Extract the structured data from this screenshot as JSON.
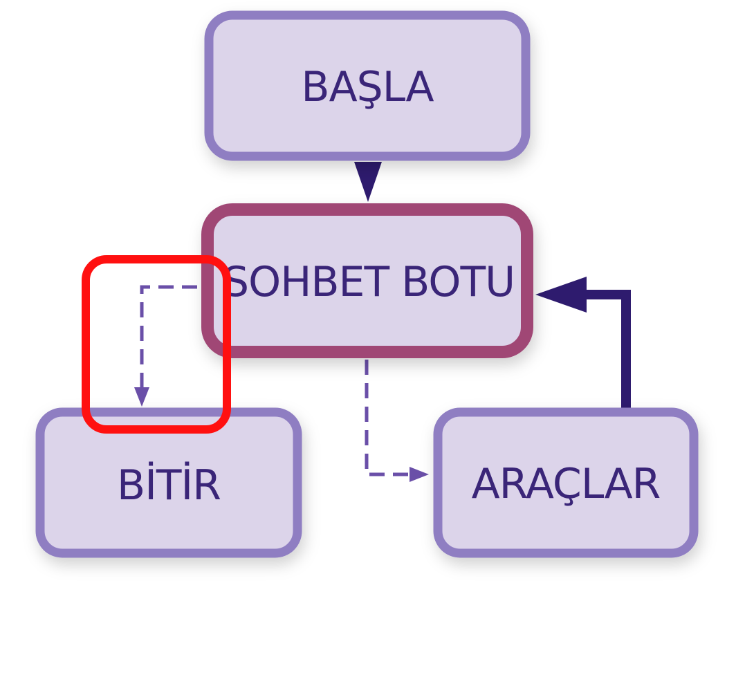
{
  "nodes": {
    "start": {
      "label": "BAŞLA"
    },
    "chatbot": {
      "label": "SOHBET BOTU"
    },
    "end": {
      "label": "BİTİR"
    },
    "tools": {
      "label": "ARAÇLAR"
    }
  },
  "colors": {
    "node_fill": "#dcd4ea",
    "node_border": "#8f7ec2",
    "chatbot_border": "#a04775",
    "text": "#3a2578",
    "edge_dark": "#2e1b6e",
    "edge_dashed": "#6a4fa8",
    "highlight": "#ff1010"
  },
  "edges": [
    {
      "from": "start",
      "to": "chatbot",
      "style": "solid"
    },
    {
      "from": "tools",
      "to": "chatbot",
      "style": "solid"
    },
    {
      "from": "chatbot",
      "to": "end",
      "style": "dashed"
    },
    {
      "from": "chatbot",
      "to": "tools",
      "style": "dashed"
    }
  ]
}
